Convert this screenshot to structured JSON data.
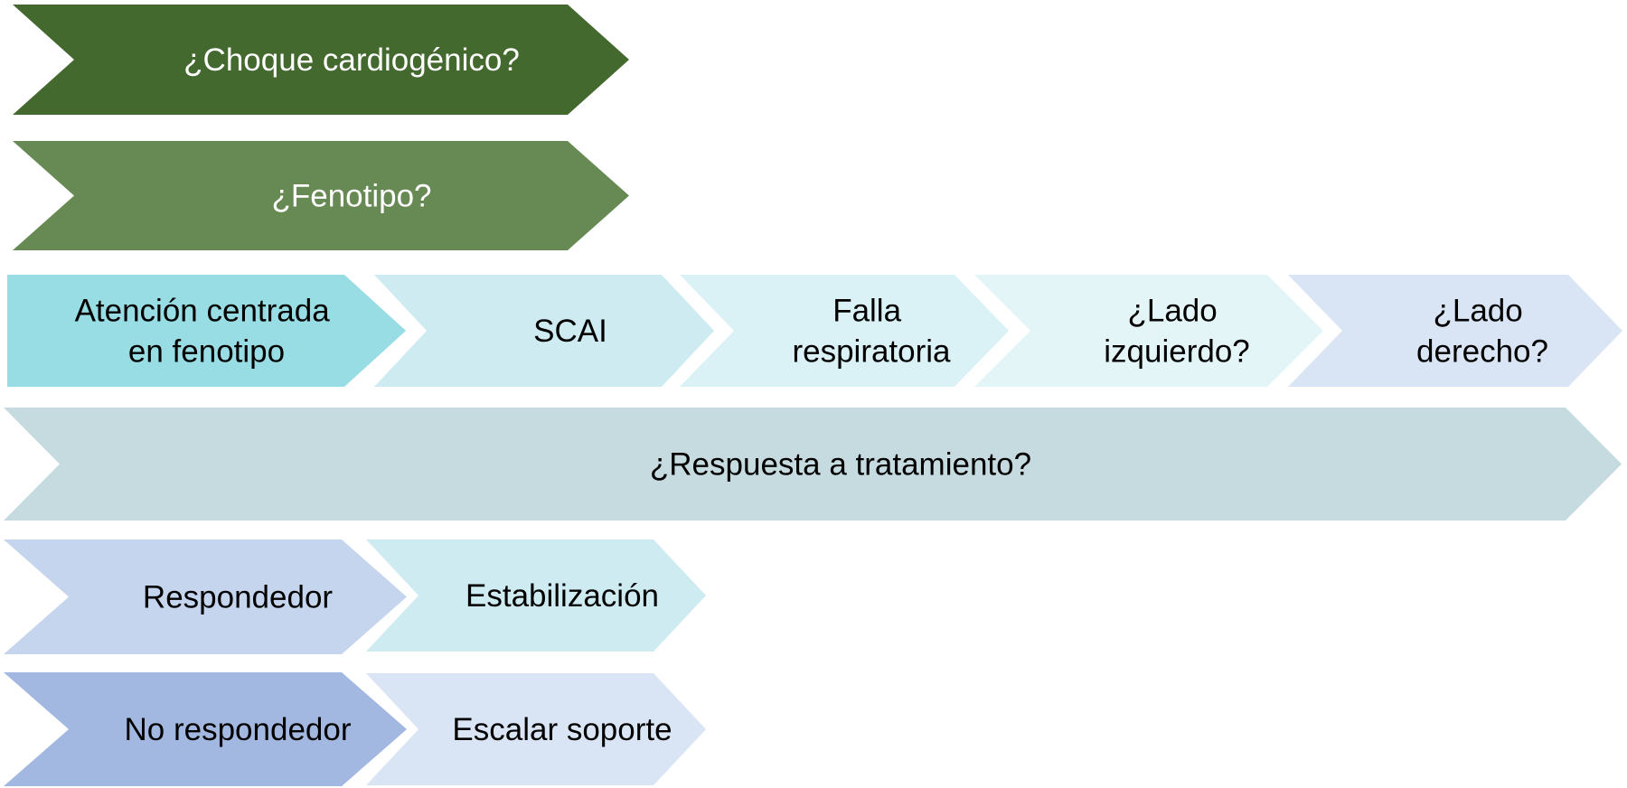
{
  "diagram": {
    "chevrons": [
      {
        "id": "choque",
        "lines": [
          "¿Choque cardiogénico?"
        ],
        "fill": "#44692f",
        "text_color": "#ffffff"
      },
      {
        "id": "fenotipo",
        "lines": [
          "¿Fenotipo?"
        ],
        "fill": "#678954",
        "text_color": "#ffffff"
      },
      {
        "id": "atencion",
        "lines": [
          "Atención centrada",
          "en fenotipo"
        ],
        "fill": "#98dce4",
        "text_color": "#000000"
      },
      {
        "id": "scai",
        "lines": [
          "SCAI"
        ],
        "fill": "#cdebf0",
        "text_color": "#000000"
      },
      {
        "id": "falla",
        "lines": [
          "Falla",
          "respiratoria"
        ],
        "fill": "#daf1f5",
        "text_color": "#000000"
      },
      {
        "id": "izquierdo",
        "lines": [
          "¿Lado",
          "izquierdo?"
        ],
        "fill": "#e4f5f7",
        "text_color": "#000000"
      },
      {
        "id": "derecho",
        "lines": [
          "¿Lado",
          "derecho?"
        ],
        "fill": "#d9e5f4",
        "text_color": "#000000"
      },
      {
        "id": "respuesta",
        "lines": [
          "¿Respuesta a tratamiento?"
        ],
        "fill": "#c5dbdf",
        "text_color": "#000000"
      },
      {
        "id": "respondedor",
        "lines": [
          "Respondedor"
        ],
        "fill": "#c5d5ed",
        "text_color": "#000000"
      },
      {
        "id": "estabilizacion",
        "lines": [
          "Estabilización"
        ],
        "fill": "#cdebf0",
        "text_color": "#000000"
      },
      {
        "id": "no-respondedor",
        "lines": [
          "No respondedor"
        ],
        "fill": "#a2b8e0",
        "text_color": "#000000"
      },
      {
        "id": "escalar",
        "lines": [
          "Escalar soporte"
        ],
        "fill": "#d9e5f4",
        "text_color": "#000000"
      }
    ]
  }
}
